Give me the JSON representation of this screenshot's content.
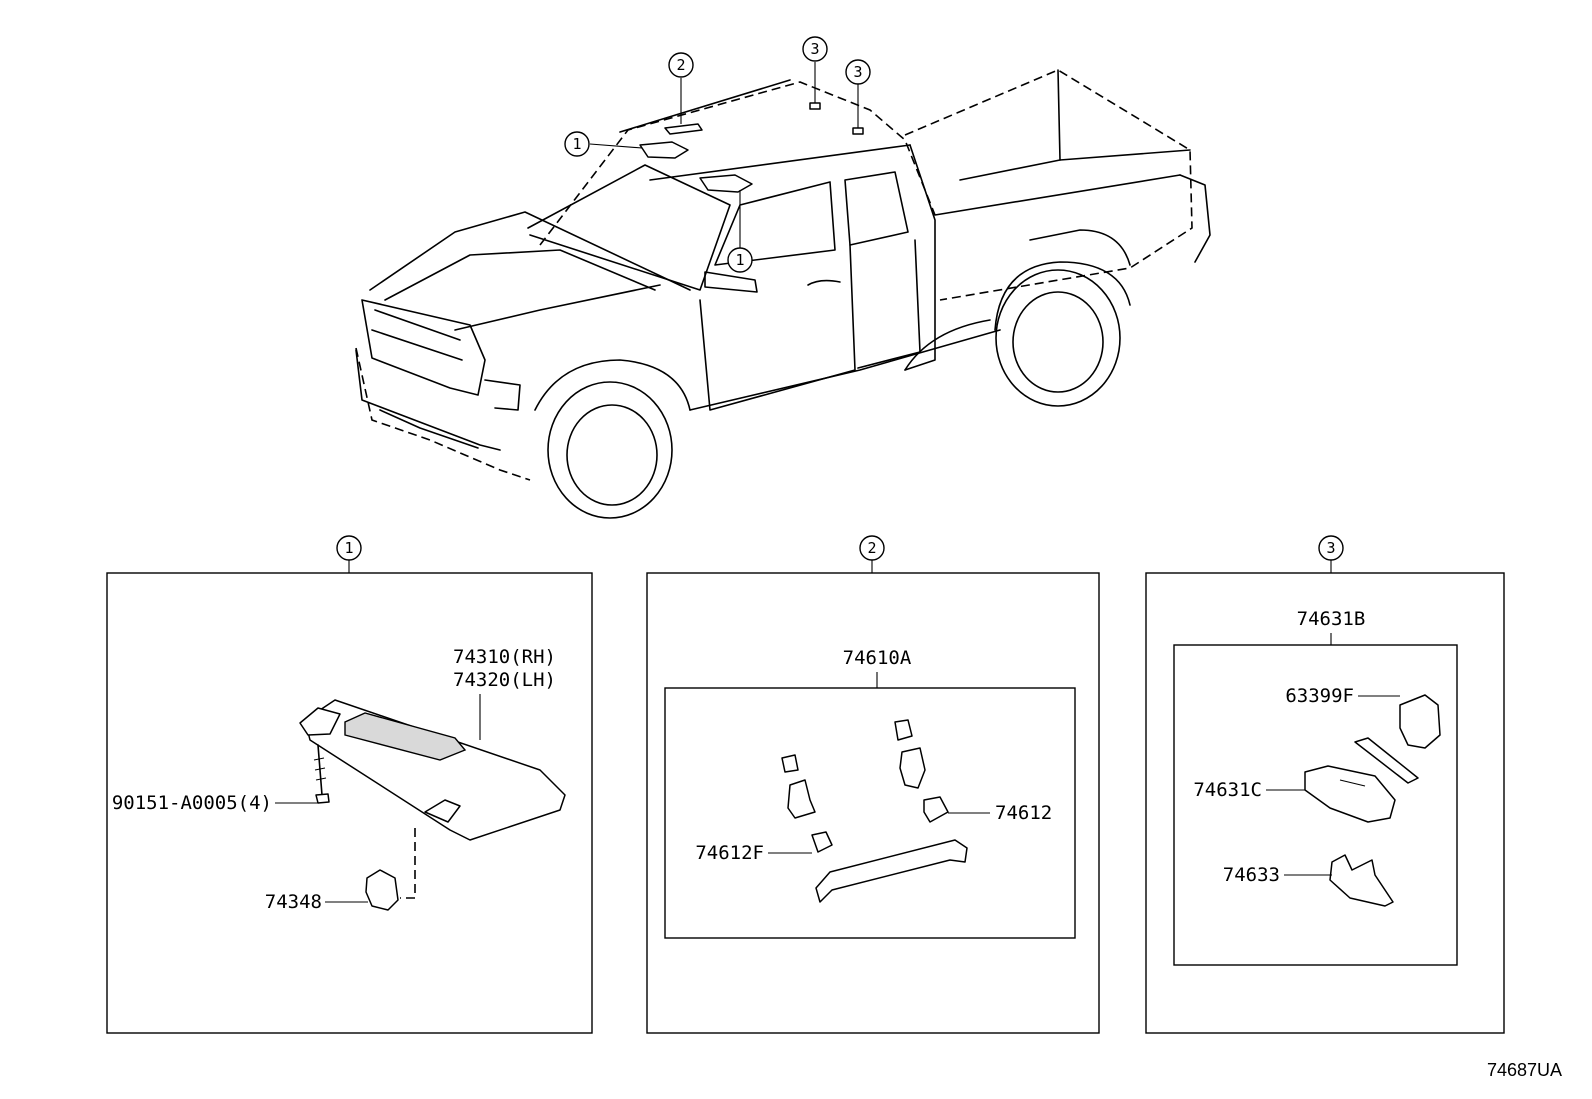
{
  "callouts": {
    "c1": "1",
    "c2": "2",
    "c3": "3"
  },
  "panel1": {
    "label": "1",
    "visor_rh": "74310(RH)",
    "visor_lh": "74320(LH)",
    "screw": "90151-A0005(4)",
    "holder": "74348"
  },
  "panel2": {
    "label": "2",
    "assembly": "74610A",
    "clip_right": "74612",
    "clip_left": "74612F"
  },
  "panel3": {
    "label": "3",
    "assembly": "74631B",
    "bracket": "63399F",
    "hook": "74631C",
    "cover": "74633"
  },
  "diagram_code": "74687UA"
}
